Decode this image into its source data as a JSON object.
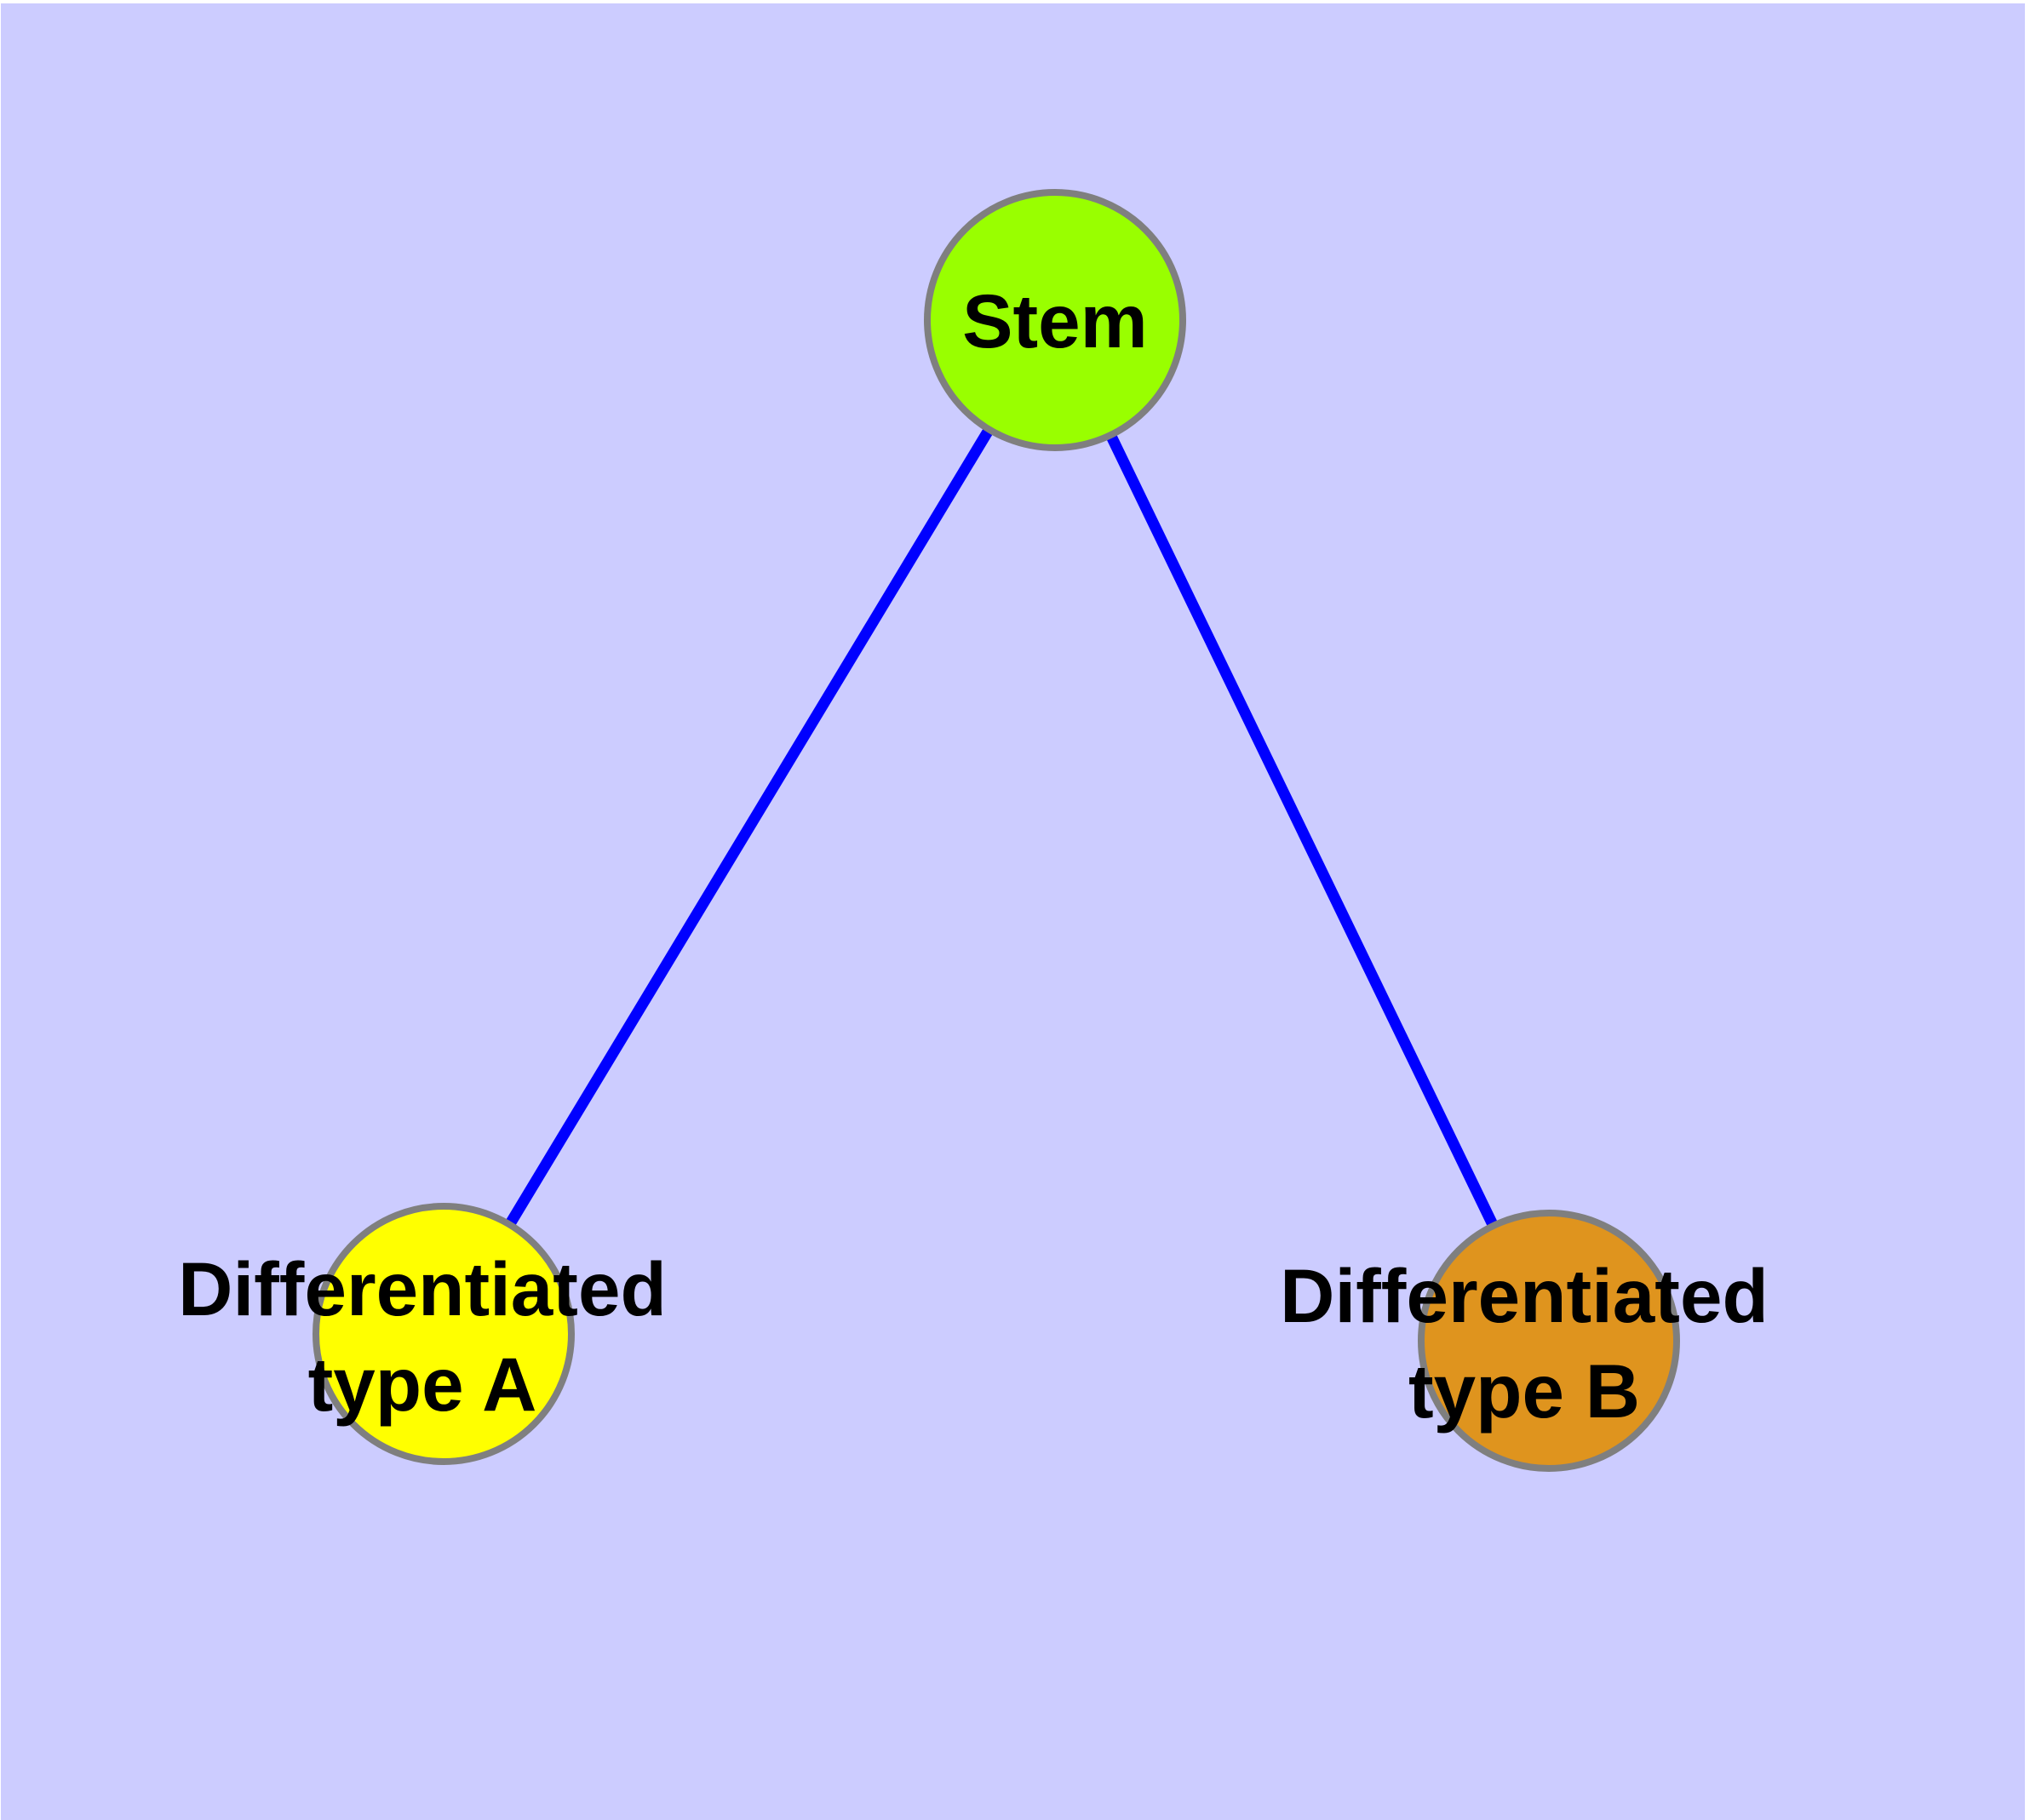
{
  "diagram": {
    "background_color": "#CCCCFF",
    "margin_color": "#FFFFFF",
    "edge_color": "#0000FF",
    "node_border_color": "#7F7F7F",
    "label_color": "#000000",
    "nodes": [
      {
        "id": "stem",
        "label_lines": [
          "Stem"
        ],
        "fill": "#99FF00"
      },
      {
        "id": "differentiated-type-a",
        "label_lines": [
          "Differentiated",
          "type A"
        ],
        "fill": "#FFFF00"
      },
      {
        "id": "differentiated-type-b",
        "label_lines": [
          "Differentiated",
          "type B"
        ],
        "fill": "#DF941E"
      }
    ],
    "edges": [
      {
        "from": "stem",
        "to": "differentiated-type-a"
      },
      {
        "from": "stem",
        "to": "differentiated-type-b"
      }
    ]
  }
}
